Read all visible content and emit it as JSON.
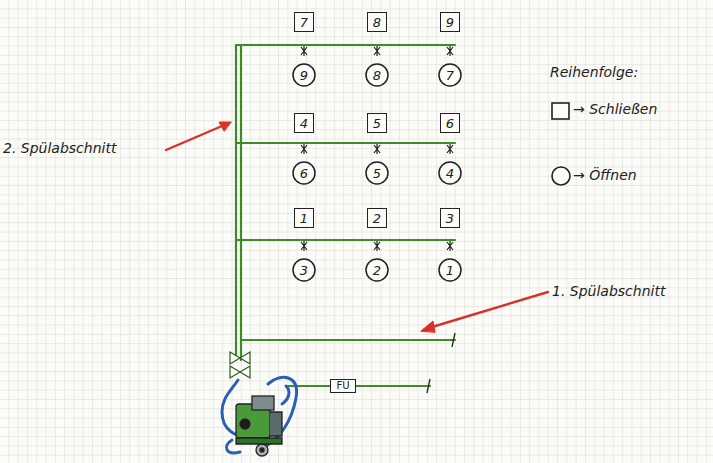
{
  "diagram": {
    "nodes": [
      {
        "text": [
          "7"
        ]
      },
      {
        "text": [
          "8"
        ]
      },
      {
        "text": [
          "9"
        ]
      },
      {
        "text": [
          "9"
        ]
      },
      {
        "text": [
          "8"
        ]
      },
      {
        "text": [
          "7"
        ]
      },
      {
        "text": [
          "4"
        ]
      },
      {
        "text": [
          "5"
        ]
      },
      {
        "text": [
          "6"
        ]
      },
      {
        "text": [
          "6"
        ]
      },
      {
        "text": [
          "5"
        ]
      },
      {
        "text": [
          "4"
        ]
      },
      {
        "text": [
          "1"
        ]
      },
      {
        "text": [
          "2"
        ]
      },
      {
        "text": [
          "3"
        ]
      },
      {
        "text": [
          "3"
        ]
      },
      {
        "text": [
          "2"
        ]
      },
      {
        "text": [
          "1"
        ]
      },
      {
        "text": [
          "FU"
        ]
      }
    ],
    "labels": [
      "2. Spülabschnitt",
      "1. Spülabschnitt",
      "Reihenfolge:"
    ],
    "legend": [
      {
        "text": "→ Schließen"
      },
      {
        "text": "→ Öffnen"
      }
    ]
  }
}
